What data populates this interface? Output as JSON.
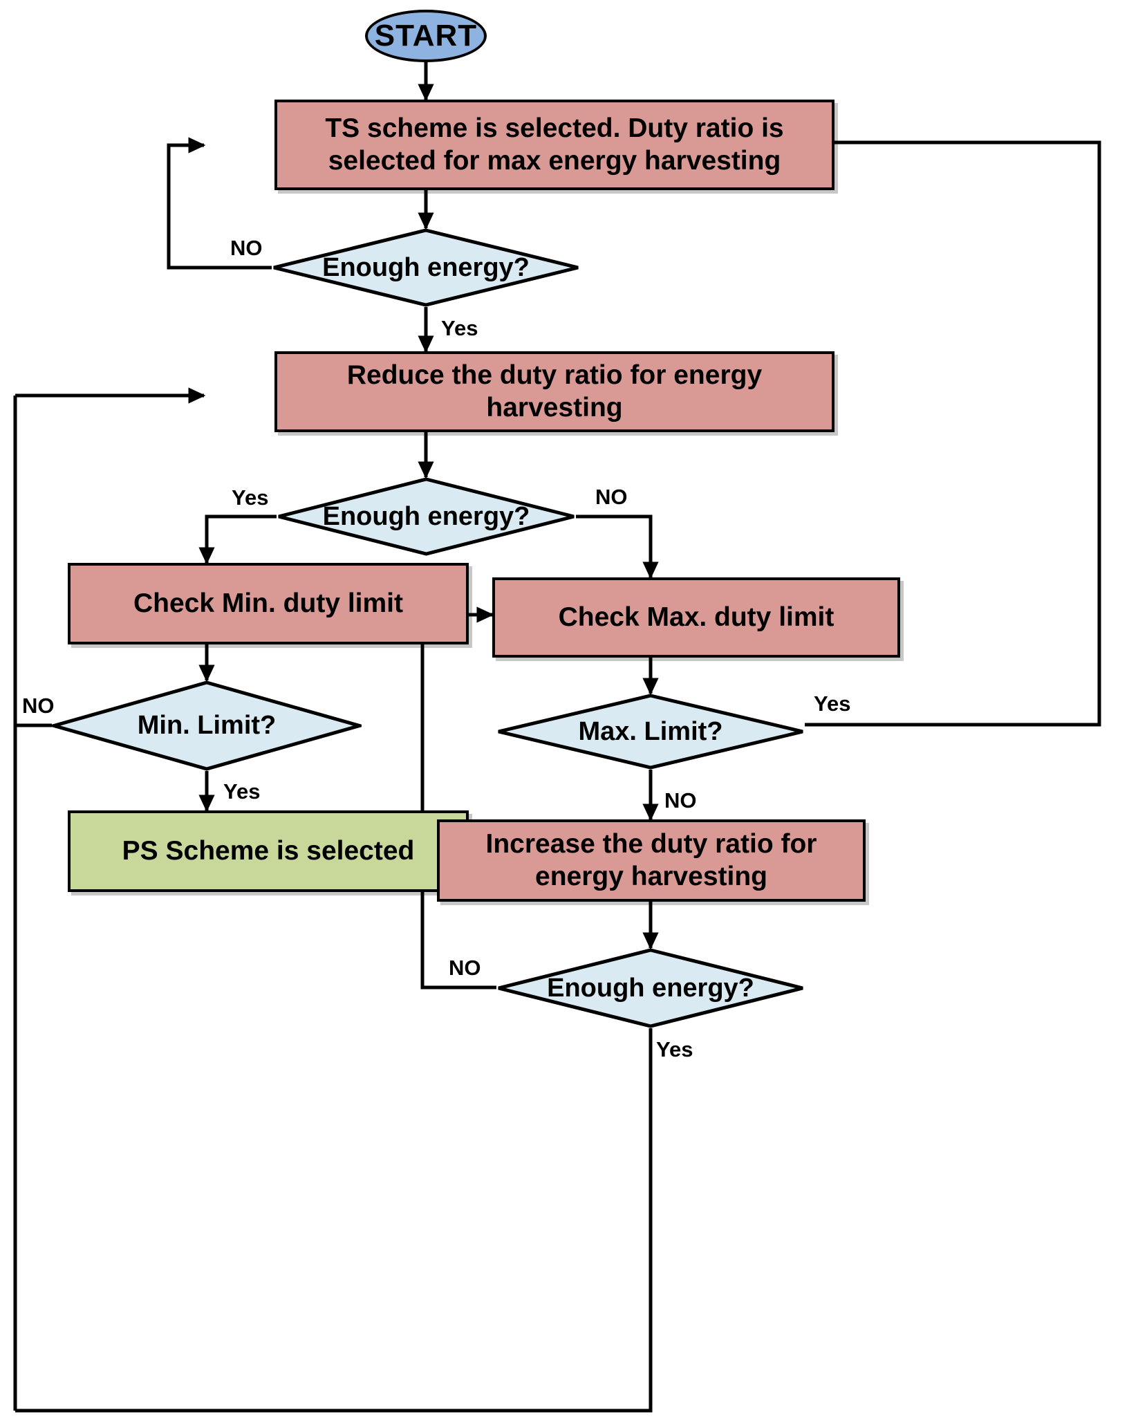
{
  "diagram": {
    "title": "Energy harvesting scheme selection flowchart",
    "colors": {
      "process_fill": "#d99a96",
      "decision_fill": "#daeaf2",
      "terminator_fill": "#8fb3e0",
      "result_fill": "#c8d79a",
      "stroke": "#000000",
      "background": "#ffffff"
    },
    "nodes": {
      "start": {
        "label": "START",
        "shape": "terminator"
      },
      "ts_scheme": {
        "label": "TS scheme is selected. Duty ratio is selected for max energy harvesting",
        "shape": "process"
      },
      "enough_energy_1": {
        "label": "Enough energy?",
        "shape": "decision"
      },
      "reduce_duty": {
        "label": "Reduce the duty ratio for energy harvesting",
        "shape": "process"
      },
      "enough_energy_2": {
        "label": "Enough energy?",
        "shape": "decision"
      },
      "check_min": {
        "label": "Check Min. duty limit",
        "shape": "process"
      },
      "min_limit": {
        "label": "Min. Limit?",
        "shape": "decision"
      },
      "ps_scheme": {
        "label": "PS Scheme is selected",
        "shape": "result"
      },
      "check_max": {
        "label": "Check Max. duty limit",
        "shape": "process"
      },
      "max_limit": {
        "label": "Max. Limit?",
        "shape": "decision"
      },
      "increase_duty": {
        "label": "Increase the duty ratio for energy harvesting",
        "shape": "process"
      },
      "enough_energy_3": {
        "label": "Enough energy?",
        "shape": "decision"
      }
    },
    "edge_labels": {
      "ee1_no": "NO",
      "ee1_yes": "Yes",
      "ee2_yes": "Yes",
      "ee2_no": "NO",
      "min_no": "NO",
      "min_yes": "Yes",
      "max_yes": "Yes",
      "max_no": "NO",
      "ee3_no": "NO",
      "ee3_yes": "Yes"
    },
    "edges": [
      {
        "from": "start",
        "to": "ts_scheme",
        "label": ""
      },
      {
        "from": "ts_scheme",
        "to": "enough_energy_1",
        "label": ""
      },
      {
        "from": "enough_energy_1",
        "to": "ts_scheme",
        "label": "NO"
      },
      {
        "from": "enough_energy_1",
        "to": "reduce_duty",
        "label": "Yes"
      },
      {
        "from": "reduce_duty",
        "to": "enough_energy_2",
        "label": ""
      },
      {
        "from": "enough_energy_2",
        "to": "check_min",
        "label": "Yes"
      },
      {
        "from": "enough_energy_2",
        "to": "check_max",
        "label": "NO"
      },
      {
        "from": "check_min",
        "to": "min_limit",
        "label": ""
      },
      {
        "from": "min_limit",
        "to": "reduce_duty",
        "label": "NO"
      },
      {
        "from": "min_limit",
        "to": "ps_scheme",
        "label": "Yes"
      },
      {
        "from": "check_max",
        "to": "max_limit",
        "label": ""
      },
      {
        "from": "max_limit",
        "to": "ts_scheme",
        "label": "Yes"
      },
      {
        "from": "max_limit",
        "to": "increase_duty",
        "label": "NO"
      },
      {
        "from": "increase_duty",
        "to": "enough_energy_3",
        "label": ""
      },
      {
        "from": "enough_energy_3",
        "to": "check_max",
        "label": "NO"
      },
      {
        "from": "enough_energy_3",
        "to": "reduce_duty",
        "label": "Yes"
      }
    ]
  }
}
